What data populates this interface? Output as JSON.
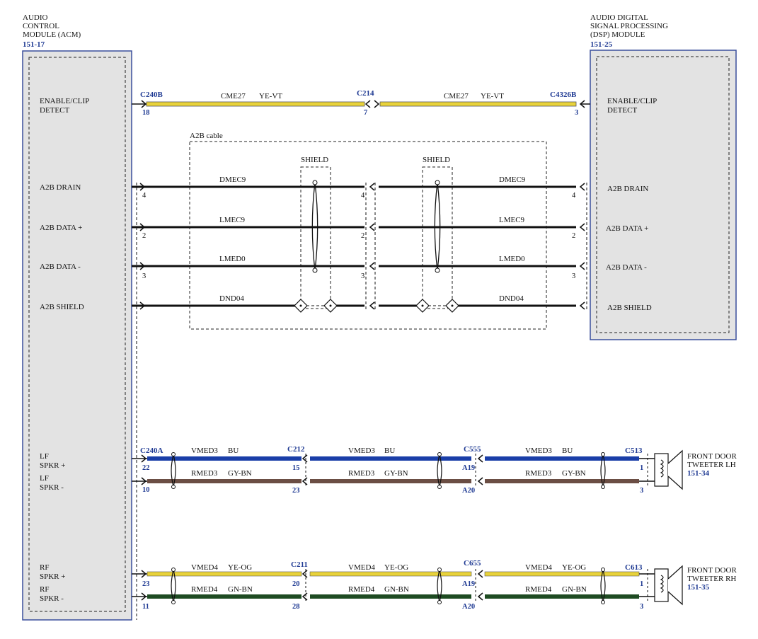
{
  "acm": {
    "title": [
      "AUDIO",
      "CONTROL",
      "MODULE (ACM)"
    ],
    "ref": "151-17",
    "pins": {
      "enable": [
        "ENABLE/CLIP",
        "DETECT"
      ],
      "drain": "A2B DRAIN",
      "data_pos": "A2B DATA +",
      "data_neg": "A2B DATA -",
      "shield": "A2B SHIELD",
      "lf_pos": [
        "LF",
        "SPKR +"
      ],
      "lf_neg": [
        "LF",
        "SPKR -"
      ],
      "rf_pos": [
        "RF",
        "SPKR +"
      ],
      "rf_neg": [
        "RF",
        "SPKR -"
      ]
    }
  },
  "dsp": {
    "title": [
      "AUDIO DIGITAL",
      "SIGNAL PROCESSING",
      "(DSP) MODULE"
    ],
    "ref": "151-25",
    "pins": {
      "enable": [
        "ENABLE/CLIP",
        "DETECT"
      ],
      "drain": "A2B DRAIN",
      "data_pos": "A2B DATA +",
      "data_neg": "A2B DATA -",
      "shield": "A2B SHIELD"
    }
  },
  "connectors": {
    "c240b": "C240B",
    "c214": "C214",
    "c4326b": "C4326B",
    "c240a": "C240A",
    "c212": "C212",
    "c555": "C555",
    "c513": "C513",
    "c211": "C211",
    "c655": "C655",
    "c613": "C613"
  },
  "cable": {
    "label": "A2B cable",
    "shield": "SHIELD"
  },
  "wires": {
    "cme27": "CME27",
    "yevt": "YE-VT",
    "dmec9": "DMEC9",
    "lmec9": "LMEC9",
    "lmed0": "LMED0",
    "dnd04": "DND04",
    "vmed3": "VMED3",
    "bu": "BU",
    "rmed3": "RMED3",
    "gybn": "GY-BN",
    "vmed4": "VMED4",
    "yeog": "YE-OG",
    "rmed4": "RMED4",
    "gnbn": "GN-BN"
  },
  "pins_num": {
    "p18": "18",
    "p7": "7",
    "p3": "3",
    "p4": "4",
    "p2": "2",
    "p22": "22",
    "p10": "10",
    "p15": "15",
    "p23": "23",
    "pa19": "A19",
    "pa20": "A20",
    "p1": "1",
    "p20": "20",
    "p28": "28",
    "p11": "11"
  },
  "tweeters": {
    "lh": {
      "name": [
        "FRONT DOOR",
        "TWEETER LH"
      ],
      "ref": "151-34"
    },
    "rh": {
      "name": [
        "FRONT DOOR",
        "TWEETER RH"
      ],
      "ref": "151-35"
    }
  },
  "colors": {
    "yellow": "#e8d23a",
    "blue": "#1a3ea8",
    "brown": "#6b4e44",
    "green": "#1e4b22",
    "black": "#111111",
    "module_fill": "#e3e3e3",
    "module_border": "#3a4f9c"
  }
}
